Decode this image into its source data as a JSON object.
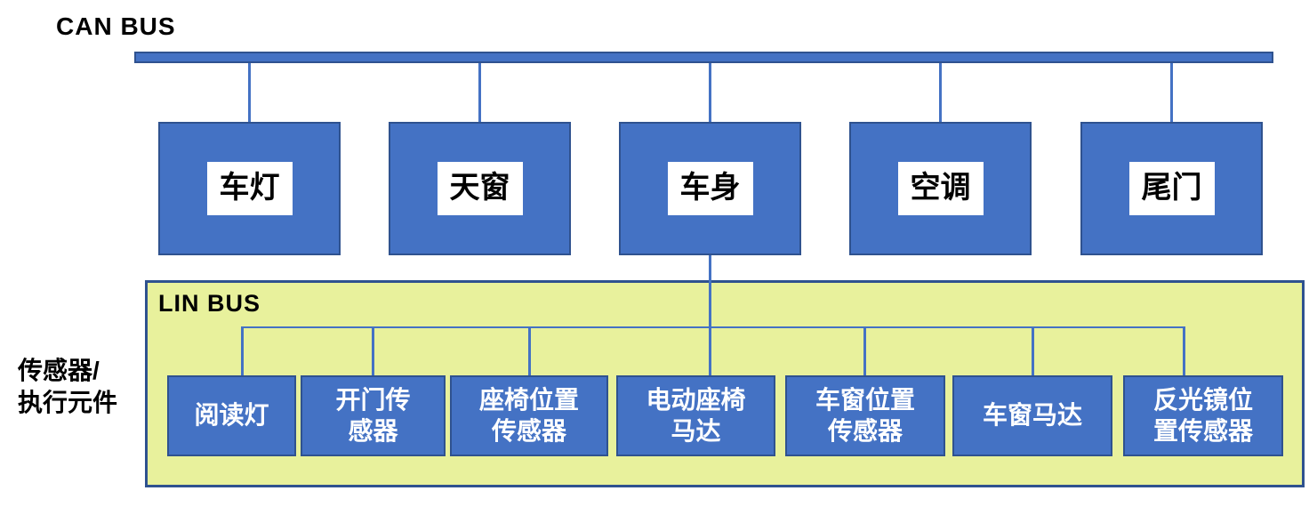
{
  "colors": {
    "node_fill": "#4472C4",
    "node_border": "#2F528F",
    "connector": "#4472C4",
    "lin_background": "#E8F19C",
    "lin_border": "#2F528F",
    "text_dark": "#000000",
    "text_light": "#FFFFFF"
  },
  "can_bus": {
    "title": "CAN BUS",
    "nodes": [
      {
        "label": "车灯"
      },
      {
        "label": "天窗"
      },
      {
        "label": "车身"
      },
      {
        "label": "空调"
      },
      {
        "label": "尾门"
      }
    ]
  },
  "lin_bus": {
    "title": "LIN BUS",
    "nodes": [
      {
        "label": "阅读灯"
      },
      {
        "label": "开门传\n感器"
      },
      {
        "label": "座椅位置\n传感器"
      },
      {
        "label": "电动座椅\n马达"
      },
      {
        "label": "车窗位置\n传感器"
      },
      {
        "label": "车窗马达"
      },
      {
        "label": "反光镜位\n置传感器"
      }
    ]
  },
  "side_label": "传感器/\n执行元件"
}
